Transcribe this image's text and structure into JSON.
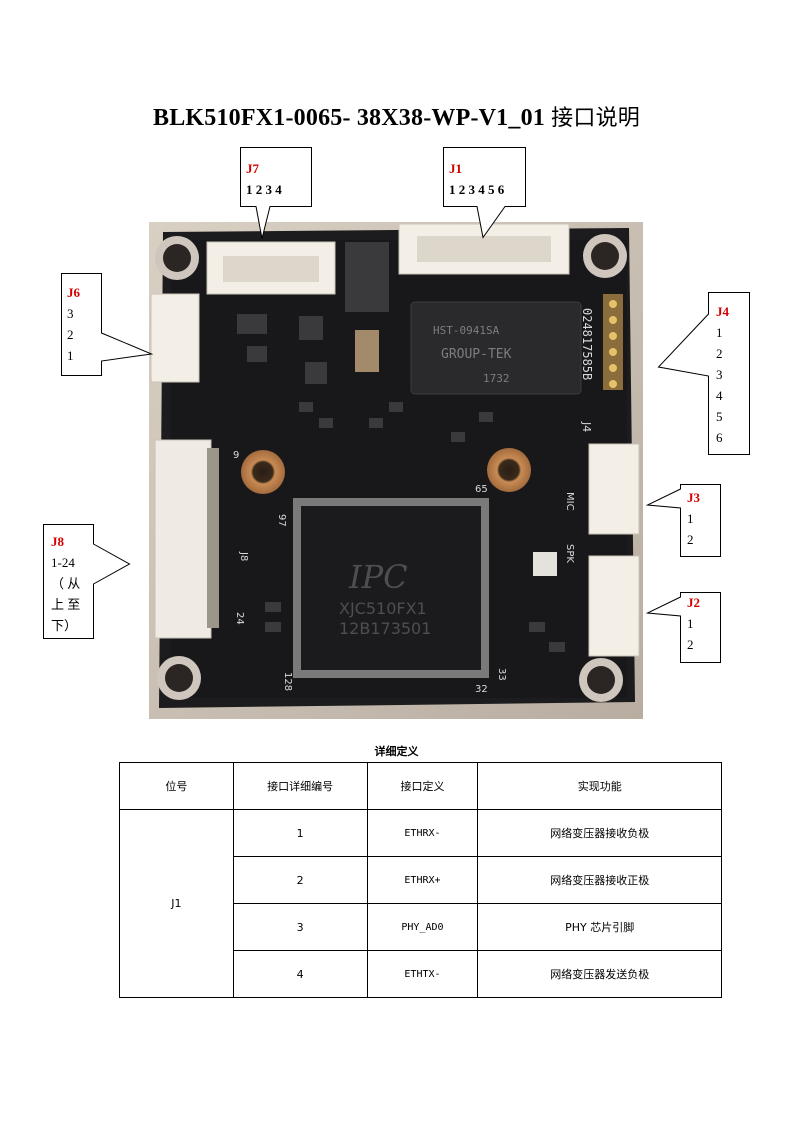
{
  "document": {
    "title_latin": "BLK510FX1-0065- 38X38-WP-V1_01",
    "title_cn": "接口说明"
  },
  "callouts": {
    "j7": {
      "label": "J7",
      "pins": "1 2 3 4"
    },
    "j1": {
      "label": "J1",
      "pins": "1 2 3 4 5 6"
    },
    "j6": {
      "label": "J6",
      "pins": [
        "3",
        "2",
        "1"
      ]
    },
    "j4": {
      "label": "J4",
      "pins": [
        "1",
        "2",
        "3",
        "4",
        "5",
        "6"
      ]
    },
    "j3": {
      "label": "J3",
      "pins": [
        "1",
        "2"
      ]
    },
    "j2": {
      "label": "J2",
      "pins": [
        "1",
        "2"
      ]
    },
    "j8": {
      "label": "J8",
      "lines": [
        "1-24",
        "（ 从",
        "上 至",
        "下）"
      ]
    }
  },
  "board": {
    "chip_brand": "IPC",
    "chip_model": "XJC510FX1",
    "chip_serial": "12B173501",
    "transformer_line1": "HST-0941SA",
    "transformer_line2": "GROUP-TEK",
    "transformer_line3": "1732",
    "silk_serial": "024817585B",
    "silk_j8": "J8",
    "silk_j4": "J4",
    "silk_24": "24",
    "silk_9": "9",
    "silk_97": "97",
    "silk_65": "65",
    "silk_32": "32",
    "silk_33": "33",
    "silk_128": "128",
    "silk_mic": "MIC",
    "silk_spk": "SPK"
  },
  "table": {
    "caption": "详细定义",
    "headers": [
      "位号",
      "接口详细编号",
      "接口定义",
      "实现功能"
    ],
    "group": "J1",
    "rows": [
      {
        "num": "1",
        "def": "ETHRX-",
        "func": "网络变压器接收负极"
      },
      {
        "num": "2",
        "def": "ETHRX+",
        "func": "网络变压器接收正极"
      },
      {
        "num": "3",
        "def": "PHY_AD0",
        "func": "PHY 芯片引脚"
      },
      {
        "num": "4",
        "def": "ETHTX-",
        "func": "网络变压器发送负极"
      }
    ]
  }
}
